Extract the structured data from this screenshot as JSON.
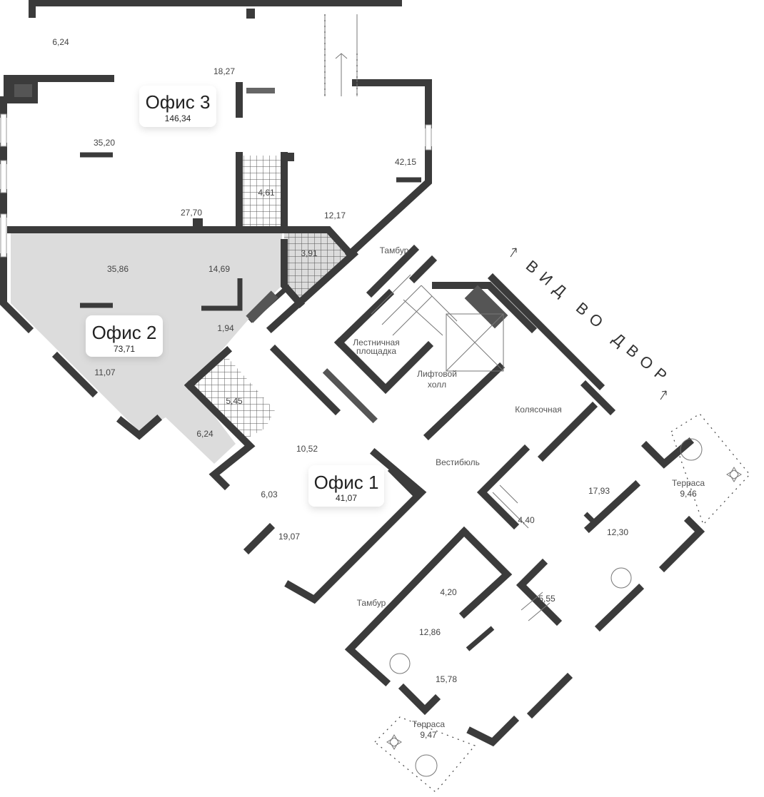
{
  "offices": [
    {
      "label": "Офис 3",
      "area": "146,34"
    },
    {
      "label": "Офис 2",
      "area": "73,71"
    },
    {
      "label": "Офис 1",
      "area": "41,07"
    }
  ],
  "office3_rooms": [
    "6,24",
    "18,27",
    "35,20",
    "4,61",
    "27,70",
    "12,17",
    "42,15"
  ],
  "office2_rooms": [
    "35,86",
    "14,69",
    "1,94",
    "3,91",
    "11,07",
    "6,24"
  ],
  "office1_rooms": [
    "5,45",
    "10,52",
    "6,03",
    "19,07"
  ],
  "common": {
    "tambur_top": "Тамбур",
    "stair_1": "Лестничная",
    "stair_2": "площадка",
    "lift_1": "Лифтовой",
    "lift_2": "холл",
    "stroller": "Колясочная",
    "vestibule": "Вестибюль",
    "tambur_bottom": "Тамбур"
  },
  "apartments": {
    "a1": [
      "17,93",
      "4,40",
      "12,30",
      "5,55"
    ],
    "a2": [
      "4,20",
      "12,86",
      "15,78"
    ],
    "terrace_label": "Терраса",
    "terrace_right_area": "9,46",
    "terrace_bottom_area": "9,47"
  },
  "view_label": "ВИД ВО ДВОР",
  "colors": {
    "wall": "#3b3b3b",
    "office2_fill": "#dcdcdc",
    "tile": "#555555"
  }
}
